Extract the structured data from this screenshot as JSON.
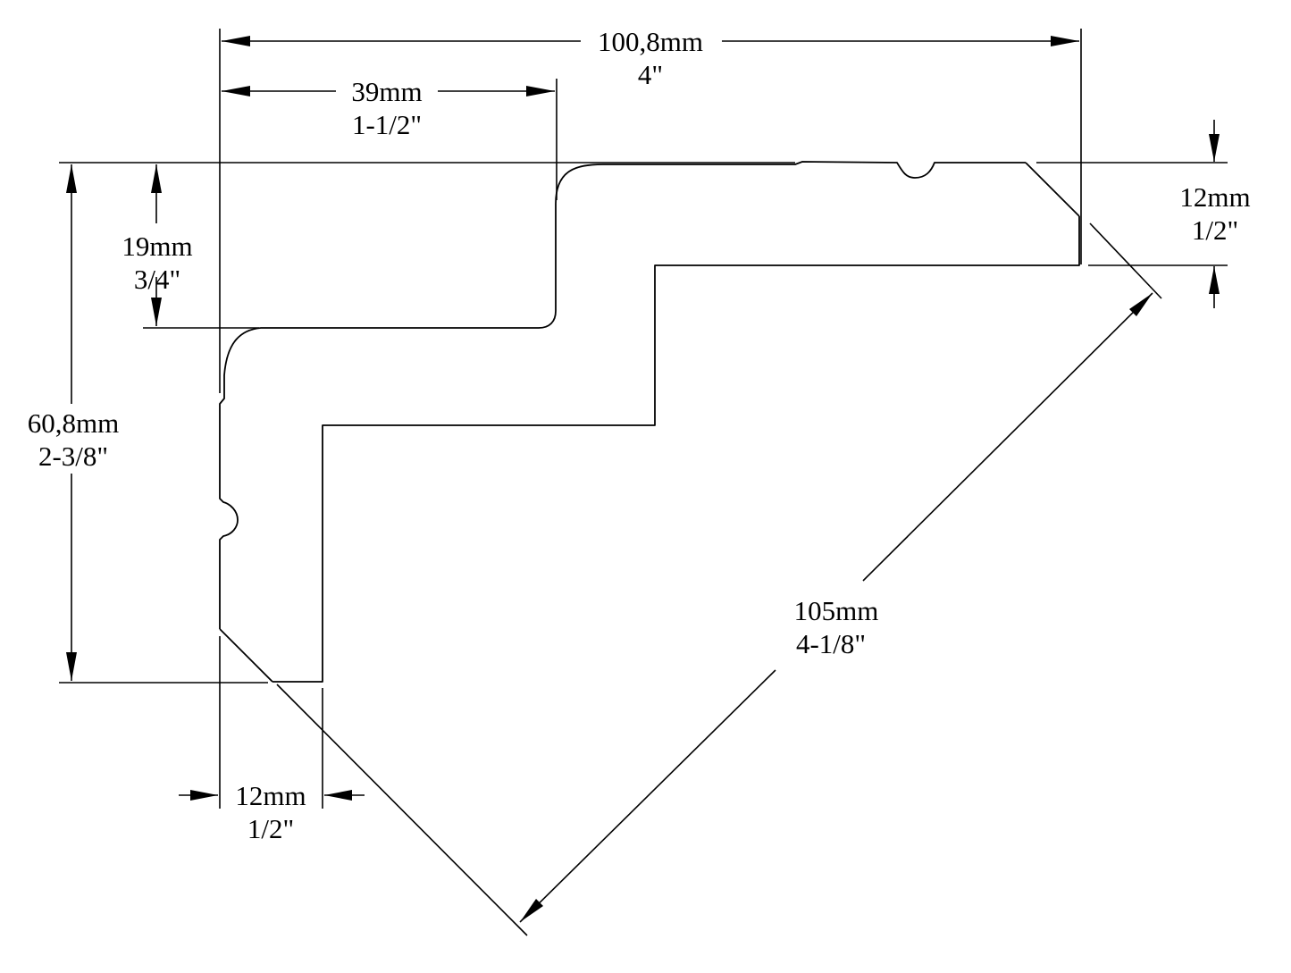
{
  "dimensions": {
    "overall_width": {
      "metric": "100,8mm",
      "imperial": "4\""
    },
    "offset_width": {
      "metric": "39mm",
      "imperial": "1-1/2\""
    },
    "top_thickness": {
      "metric": "12mm",
      "imperial": "1/2\""
    },
    "step_height": {
      "metric": "19mm",
      "imperial": "3/4\""
    },
    "overall_height": {
      "metric": "60,8mm",
      "imperial": "2-3/8\""
    },
    "bottom_thickness": {
      "metric": "12mm",
      "imperial": "1/2\""
    },
    "diagonal": {
      "metric": "105mm",
      "imperial": "4-1/8\""
    }
  },
  "colors": {
    "line": "#000000",
    "background": "#ffffff"
  }
}
